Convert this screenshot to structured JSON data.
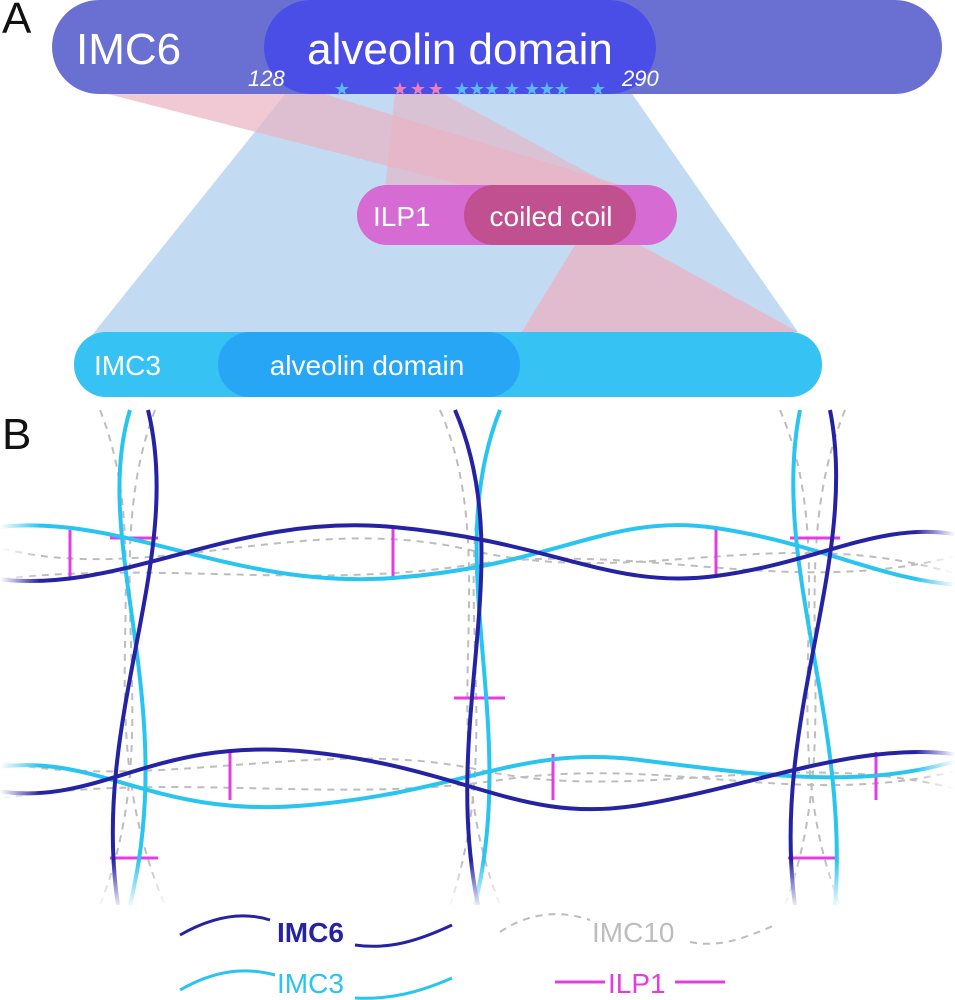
{
  "panel_a": {
    "letter": "A",
    "imc6": {
      "name": "IMC6",
      "domain": "alveolin domain",
      "start": "128",
      "end": "290"
    },
    "ilp1": {
      "name": "ILP1",
      "domain": "coiled coil"
    },
    "imc3": {
      "name": "IMC3",
      "domain": "alveolin domain"
    },
    "colors": {
      "imc6": "#6a6fd2",
      "imc6_domain": "#4a4ee6",
      "ilp1": "#d56bd3",
      "ilp1_domain": "#c0508f",
      "imc3": "#37c2f4",
      "imc3_domain": "#27a6f6",
      "blue_link": "#b9d3f1",
      "red_link": "#eab2c2",
      "star_blue": "#5bb8f4",
      "star_pink": "#ee7fb7"
    },
    "star_glyph": "★"
  },
  "panel_b": {
    "letter": "B",
    "colors": {
      "imc6": "#2622a4",
      "imc3": "#29c4ef",
      "imc10": "#bdbdbd",
      "ilp1": "#e43ce0"
    },
    "legend": {
      "imc6": "IMC6",
      "imc10": "IMC10",
      "imc3": "IMC3",
      "ilp1": "ILP1"
    }
  }
}
